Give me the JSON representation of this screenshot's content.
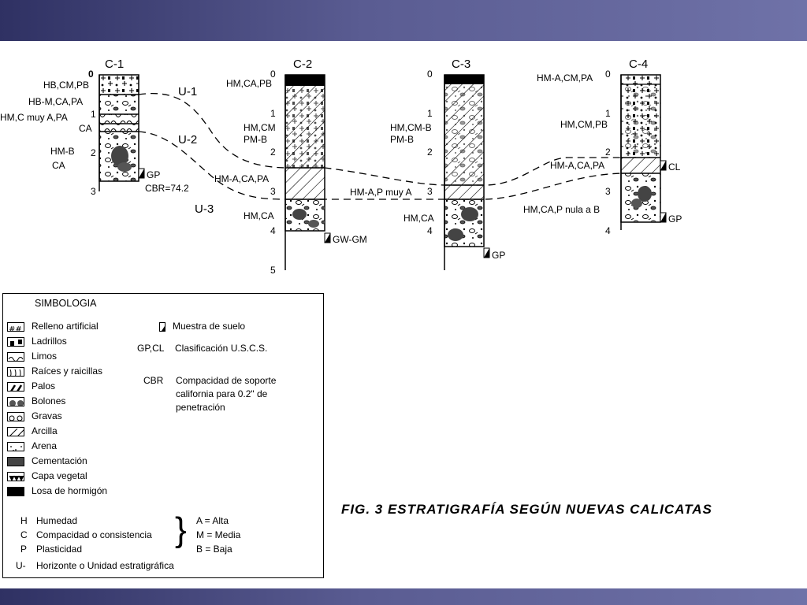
{
  "columns": [
    {
      "id": "C-1",
      "depth_labels": [
        "0",
        "1",
        "2",
        "3"
      ],
      "layers": [
        "HB,CM,PB",
        "HB-M,CA,PA",
        "HM,C muy A,PA",
        "CA",
        "HM-B",
        "CA"
      ],
      "samples": [
        "GP"
      ],
      "extra": "CBR=74.2"
    },
    {
      "id": "C-2",
      "depth_labels": [
        "0",
        "1",
        "2",
        "3",
        "4",
        "5"
      ],
      "layers": [
        "HM,CA,PB",
        "HM,CM",
        "PM-B",
        "HM-A,CA,PA",
        "HM,CA"
      ],
      "samples": [
        "GW-GM"
      ]
    },
    {
      "id": "C-3",
      "depth_labels": [
        "0",
        "1",
        "2",
        "3",
        "4"
      ],
      "layers": [
        "HM,CM-B",
        "PM-B",
        "HM-A,P muy A",
        "HM,CA"
      ],
      "samples": [
        "GP"
      ]
    },
    {
      "id": "C-4",
      "depth_labels": [
        "0",
        "1",
        "2",
        "3",
        "4"
      ],
      "layers": [
        "HM-A,CM,PA",
        "HM,CM,PB",
        "HM-A,CA,PA",
        "HM,CA,P nula a B"
      ],
      "samples": [
        "CL",
        "GP"
      ]
    }
  ],
  "units": [
    "U-1",
    "U-2",
    "U-3"
  ],
  "legend": {
    "title": "SIMBOLOGIA",
    "symbols": [
      "Relleno artificial",
      "Ladrillos",
      "Limos",
      "Raíces y raicillas",
      "Palos",
      "Bolones",
      "Gravas",
      "Arcilla",
      "Arena",
      "Cementación",
      "Capa vegetal",
      "Losa de hormigón"
    ],
    "sample_label": "Muestra de suelo",
    "uscs_code": "GP,CL",
    "uscs_label": "Clasificación U.S.C.S.",
    "cbr_code": "CBR",
    "cbr_lines": [
      "Compacidad de soporte",
      "california para 0.2\" de",
      "penetración"
    ],
    "abbr": [
      {
        "k": "H",
        "v": "Humedad"
      },
      {
        "k": "C",
        "v": "Compacidad o consistencia"
      },
      {
        "k": "P",
        "v": "Plasticidad"
      }
    ],
    "scale": [
      "A = Alta",
      "M = Media",
      "B = Baja"
    ],
    "unit_def": {
      "k": "U-",
      "v": "Horizonte o Unidad estratigráfica"
    }
  },
  "caption": "FIG. 3  ESTRATIGRAFÍA SEGÚN NUEVAS CALICATAS"
}
